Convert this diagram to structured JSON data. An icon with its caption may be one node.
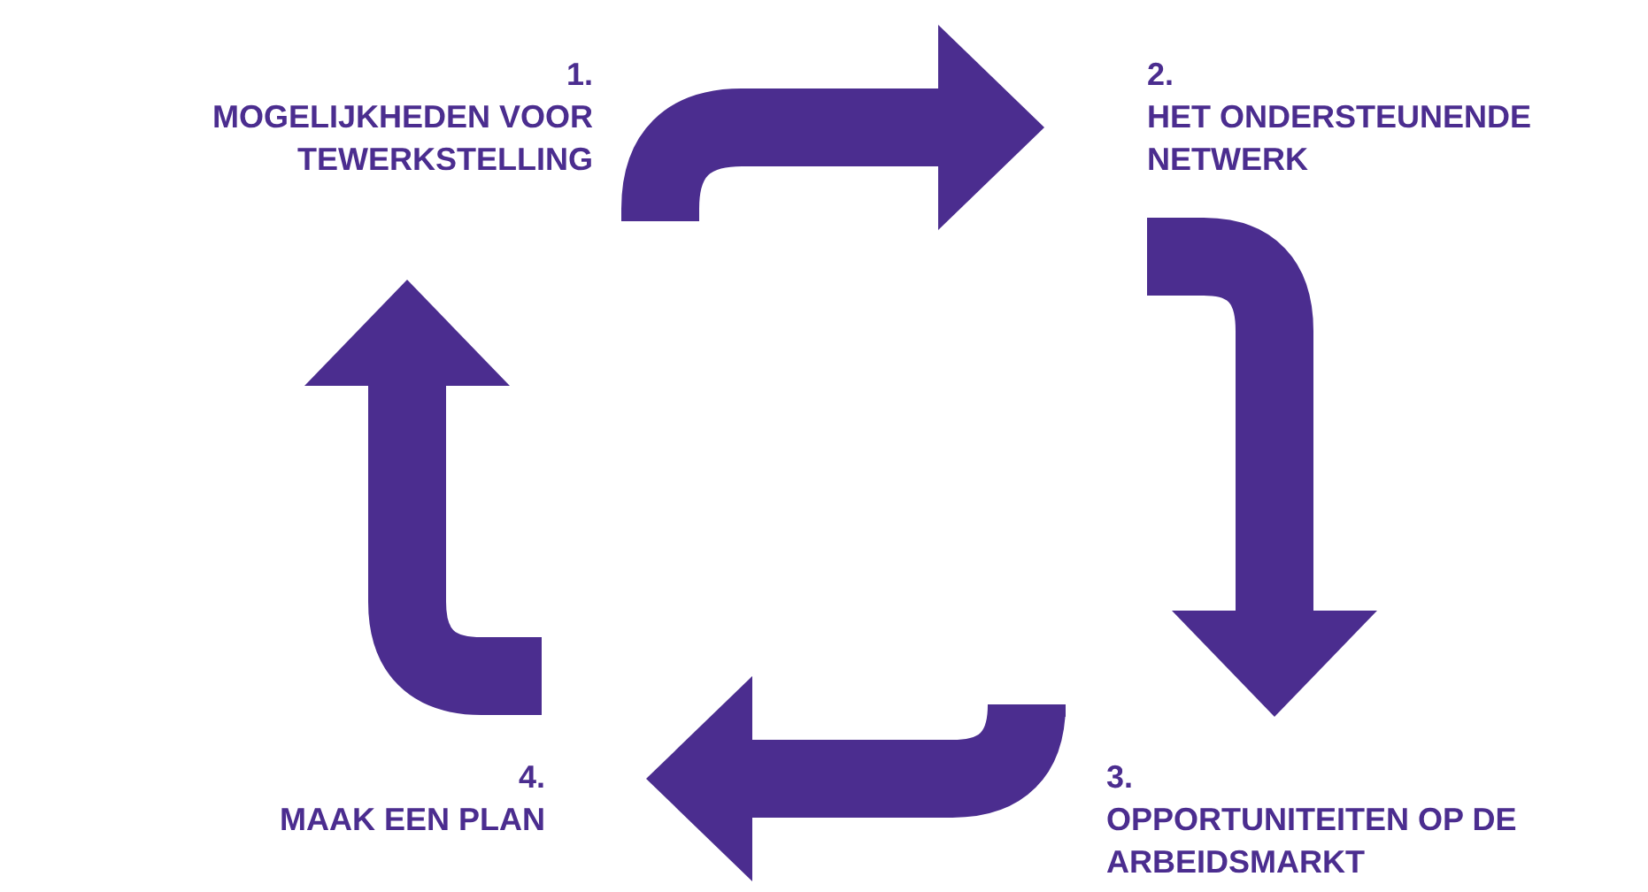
{
  "diagram": {
    "nodes": [
      {
        "text": [
          "1.",
          "MOGELIJKHEDEN VOOR TEWERKSTELLING"
        ]
      },
      {
        "text": [
          "2.",
          "HET ONDERSTEUNENDE NETWERK"
        ]
      },
      {
        "text": [
          "3.",
          "OPPORTUNITEITEN OP DE ARBEIDSMARKT"
        ]
      },
      {
        "text": [
          "4.",
          "MAAK EEN PLAN"
        ]
      }
    ],
    "edges": [
      {
        "from": 0,
        "to": 1,
        "arrow": "to"
      },
      {
        "from": 1,
        "to": 2,
        "arrow": "to"
      },
      {
        "from": 2,
        "to": 3,
        "arrow": "to"
      },
      {
        "from": 3,
        "to": 0,
        "arrow": "to"
      }
    ]
  }
}
